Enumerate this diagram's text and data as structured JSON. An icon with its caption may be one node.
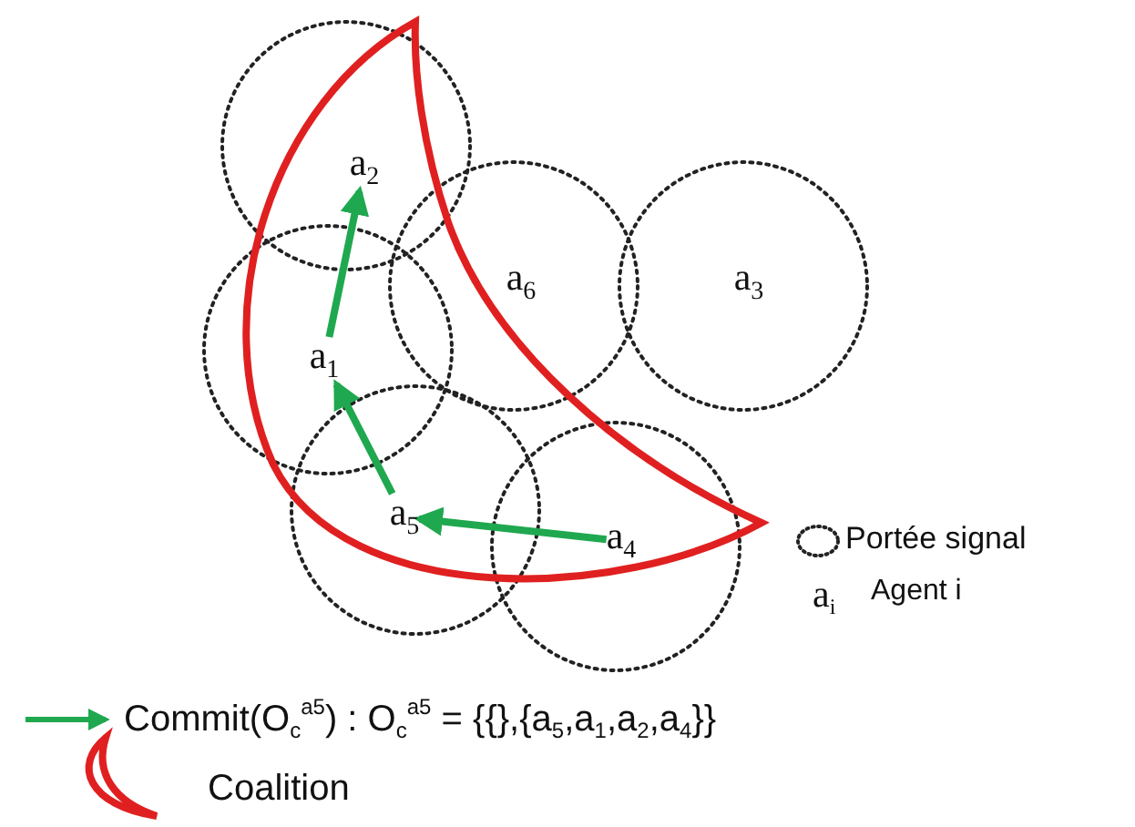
{
  "diagram": {
    "nodes": [
      {
        "text": [
          "a$_{2}$"
        ]
      },
      {
        "text": [
          "a$_{6}$"
        ]
      },
      {
        "text": [
          "a$_{3}$"
        ]
      },
      {
        "text": [
          "a$_{1}$"
        ]
      },
      {
        "text": [
          "a$_{5}$"
        ]
      },
      {
        "text": [
          "a$_{4}$"
        ]
      }
    ],
    "edges": [
      {
        "from": 3,
        "to": 0,
        "arrow": "to"
      },
      {
        "from": 4,
        "to": 3,
        "arrow": "to"
      },
      {
        "from": 5,
        "to": 4,
        "arrow": "to"
      }
    ],
    "labels": [
      "a$_{i}$"
    ],
    "legend": [
      {
        "text": "Portée signal"
      },
      {
        "text": "Agent i"
      },
      {
        "text": "Commit(O$_{c}$$^{a5}$)  : O$_{c}$$^{a5}$ = {{},{a$_{5}$,a$_{1}$,a$_{2}$,a$_{4}$}}"
      },
      {
        "text": "Coalition"
      }
    ]
  }
}
